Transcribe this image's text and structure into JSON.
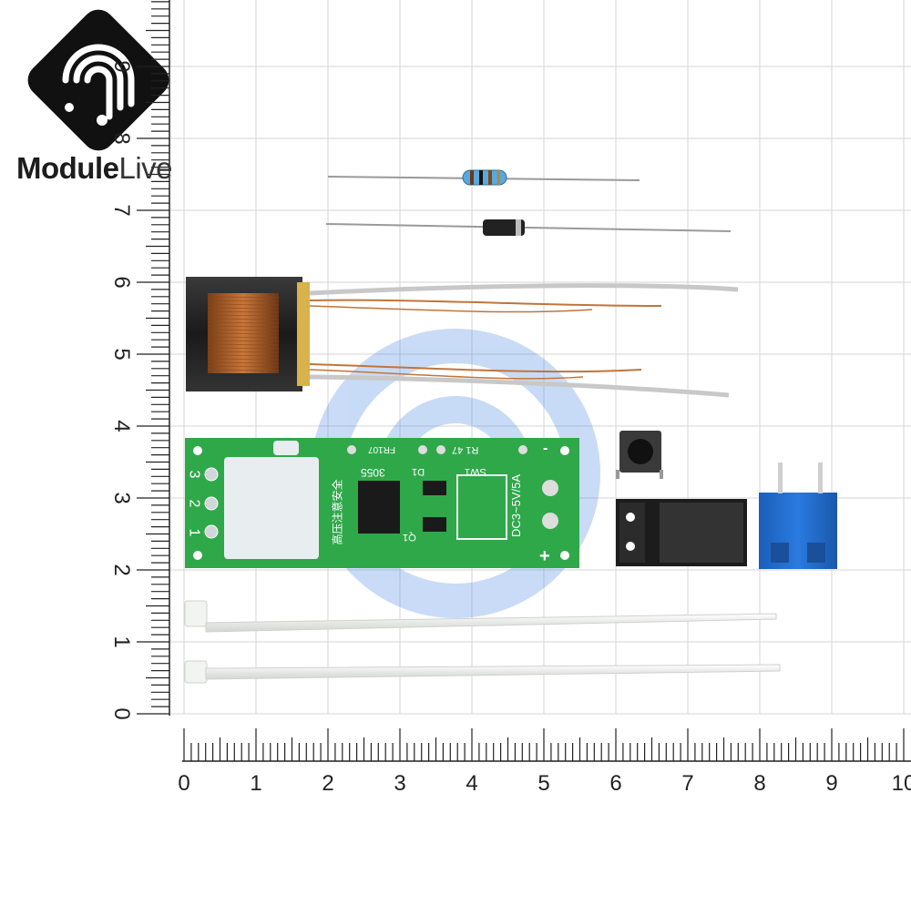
{
  "brand": {
    "name_bold": "Module",
    "name_light": "Live"
  },
  "ruler": {
    "x_labels": [
      "0",
      "1",
      "2",
      "3",
      "4",
      "5",
      "6",
      "7",
      "8",
      "9",
      "10"
    ],
    "y_labels": [
      "0",
      "1",
      "2",
      "3",
      "4",
      "5",
      "6",
      "7",
      "8",
      "9"
    ]
  },
  "pcb": {
    "pins": [
      "3",
      "2",
      "1"
    ],
    "chip_label": "3055",
    "warning_text": "高压注意安全",
    "resistor_label": "FR107",
    "r1_label": "R1 47",
    "d1_label": "D1",
    "q1_label": "Q1",
    "sw_label": "SW1",
    "voltage_label": "DC3~5V/5A",
    "plus_label": "+",
    "minus_label": "-"
  },
  "colors": {
    "pcb_green": "#2fa84a",
    "grid": "#d6d6d6",
    "terminal_blue": "#1f6fd0",
    "copper": "#b5652b",
    "watermark": "#3d7fe0"
  }
}
